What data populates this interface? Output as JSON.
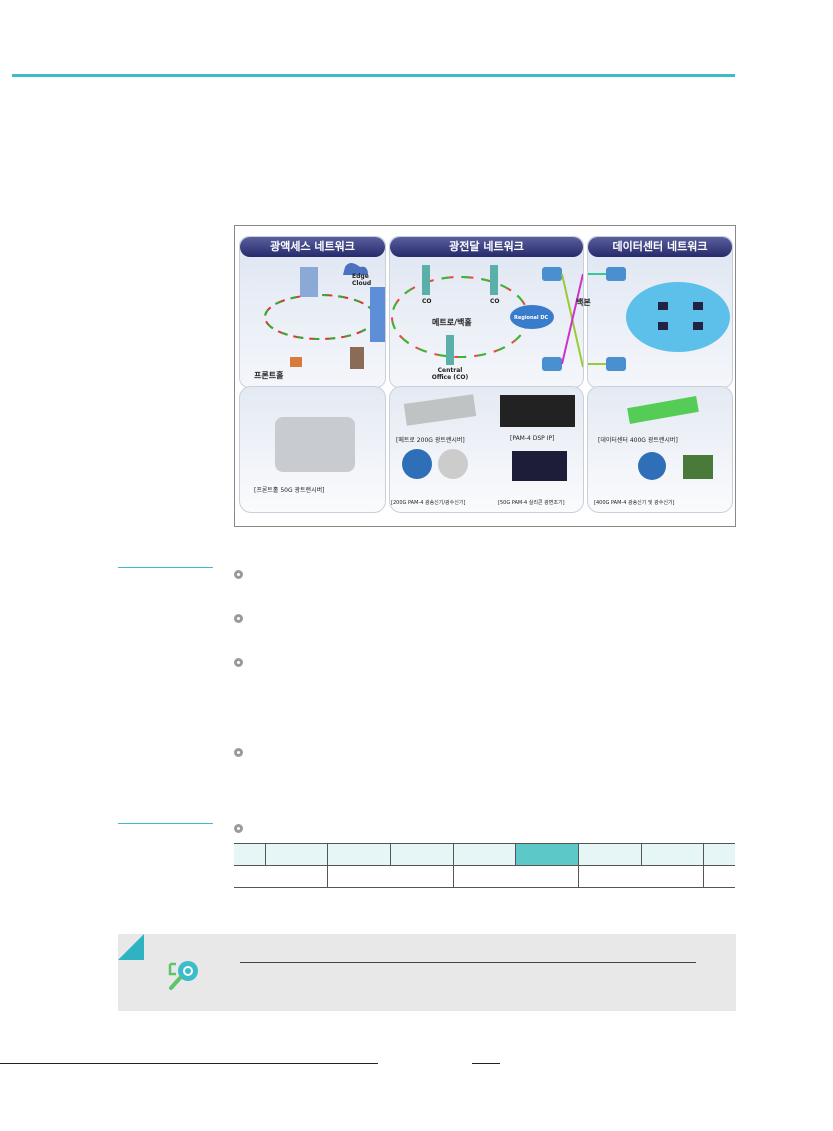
{
  "figure": {
    "sections": [
      {
        "title": "광액세스 네트워크",
        "labels": {
          "edge": "Edge Cloud",
          "fronthaul": "프론트홀"
        },
        "caption": "[프론트홀 50G 광트랜시버]"
      },
      {
        "title": "광전달 네트워크",
        "labels": {
          "co1": "CO",
          "co2": "CO",
          "metro": "메트로/백홀",
          "regional": "Regional DC",
          "central": "Central Office (CO)"
        },
        "captions": [
          "[메트로 200G 광트랜시버]",
          "[PAM-4 DSP IP]",
          "[200G PAM-4 광송신기/광수신기]",
          "[50G PAM-4 실리콘 광변조기]"
        ]
      },
      {
        "title": "데이터센터 네트워크",
        "labels": {
          "backbone": "백본"
        },
        "caption_top": "[데이터센터 400G 광트랜시버]",
        "caption_bottom": "[400G PAM-4 광송신기 및 광수신기]"
      }
    ]
  },
  "colors": {
    "accent": "#3bbcc8",
    "table_header": "#e6f6f6",
    "table_highlight": "#5cc8c8",
    "callout_bg": "#e8e8e8"
  },
  "icons": {
    "callout": "search-gear-icon"
  }
}
